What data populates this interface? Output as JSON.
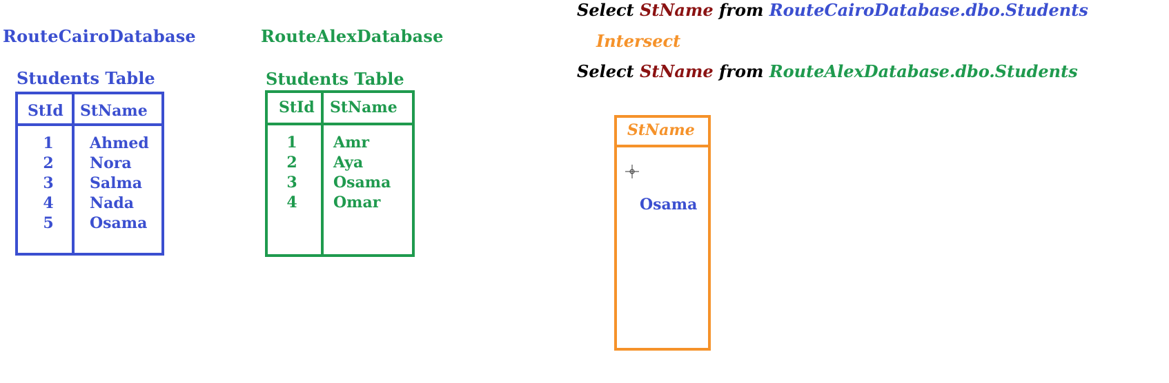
{
  "colors": {
    "cairo": "#3b4fd0",
    "alex": "#1f9a4e",
    "result": "#f5922a",
    "keyword": "#000000",
    "column": "#8b1212"
  },
  "cairo": {
    "db_name": "RouteCairoDatabase",
    "table_title": "Students Table",
    "headers": [
      "StId",
      "StName"
    ],
    "rows": [
      {
        "id": "1",
        "name": "Ahmed"
      },
      {
        "id": "2",
        "name": "Nora"
      },
      {
        "id": "3",
        "name": "Salma"
      },
      {
        "id": "4",
        "name": "Nada"
      },
      {
        "id": "5",
        "name": "Osama"
      }
    ]
  },
  "alex": {
    "db_name": "RouteAlexDatabase",
    "table_title": "Students Table",
    "headers": [
      "StId",
      "StName"
    ],
    "rows": [
      {
        "id": "1",
        "name": "Amr"
      },
      {
        "id": "2",
        "name": "Aya"
      },
      {
        "id": "3",
        "name": "Osama"
      },
      {
        "id": "4",
        "name": "Omar"
      }
    ]
  },
  "query": {
    "line1": {
      "select": "Select",
      "column": "StName",
      "from": "from",
      "table": "RouteCairoDatabase.dbo.Students"
    },
    "operator": "Intersect",
    "line2": {
      "select": "Select",
      "column": "StName",
      "from": "from",
      "table": "RouteAlexDatabase.dbo.Students"
    }
  },
  "result": {
    "header": "StName",
    "rows": [
      "Osama"
    ]
  },
  "icons": {
    "cursor": "crosshair-cursor-icon"
  }
}
